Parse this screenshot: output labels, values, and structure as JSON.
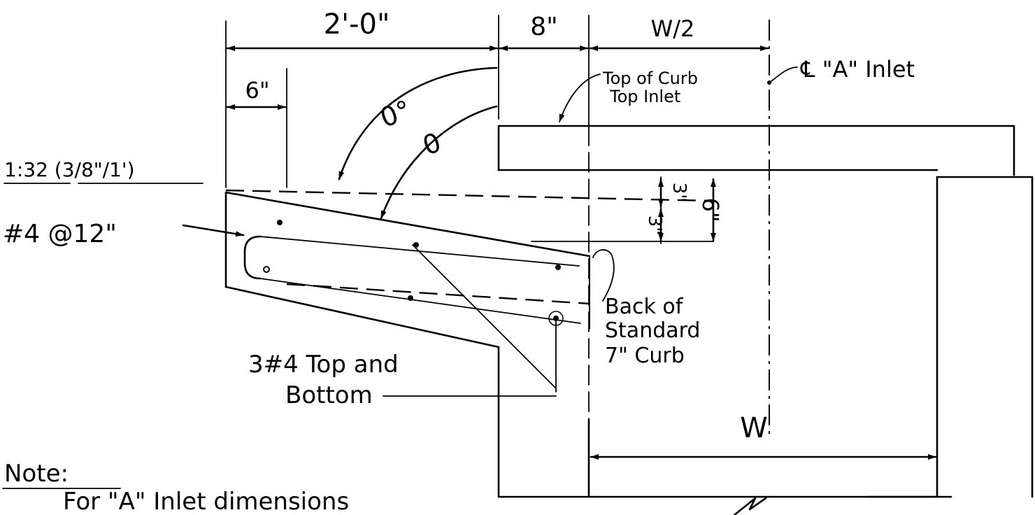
{
  "labels": {
    "dim_2ft": "2'-0\"",
    "dim_8in": "8\"",
    "dim_w_half": "W/2",
    "dim_6in": "6\"",
    "angle_deg": "0°",
    "angle_o": "0",
    "slope": "1:32 (3/8\"/1')",
    "rebar_spacing": "#4 @12\"",
    "top_of_curb_line1": "Top of Curb",
    "top_of_curb_line2": "Top Inlet",
    "centerline_a_inlet": "℄ \"A\" Inlet",
    "dim_3in_top": "3\"",
    "dim_3in_bottom": "3\"",
    "dim_6in_vertical": "6\"",
    "back_of_curb_line1": "Back of",
    "back_of_curb_line2": "Standard",
    "back_of_curb_line3": "7\" Curb",
    "top_bottom_bars_line1": "3#4 Top and",
    "top_bottom_bars_line2": "Bottom",
    "dim_w": "W",
    "note_heading": "Note:",
    "note_text": "For \"A\" Inlet dimensions"
  }
}
